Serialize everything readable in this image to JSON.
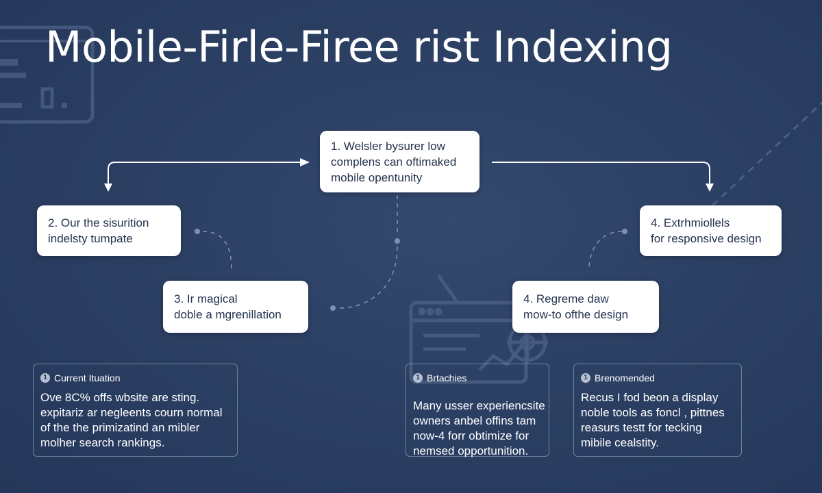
{
  "title": "Mobile-Firle-Firee rist Indexing",
  "nodes": [
    {
      "id": "n1",
      "lines": [
        "1.  Welsler bysurer low",
        "complens can oftimaked",
        "mobile opentunity"
      ]
    },
    {
      "id": "n2",
      "lines": [
        "2.   Our the sisurition",
        "indelsty tumpate"
      ]
    },
    {
      "id": "n3",
      "lines": [
        "3.   Ir magical",
        "doble a mgrenillation"
      ]
    },
    {
      "id": "n4",
      "lines": [
        "4.   Extrhmiollels",
        "for responsive design"
      ]
    },
    {
      "id": "n5",
      "lines": [
        "4.   Regreme daw",
        "mow-to ofthe design"
      ]
    }
  ],
  "info_boxes": [
    {
      "number": "1",
      "heading": "Current Ituation",
      "lines": [
        "Ove 8C% offs wbsite are sting.",
        "expitariz ar negleents courn normal",
        "of the the primizatind an mibler",
        "molher search rankings."
      ]
    },
    {
      "number": "1",
      "heading": "Brtachies",
      "lines": [
        "Many usser experiencsite",
        "owners anbel offins tam",
        "now-4 forr obtimize for",
        "nemsed opportunition."
      ]
    },
    {
      "number": "1",
      "heading": "Brenomended",
      "lines": [
        "Recus I fod beon a display",
        "noble tools as foncl , pittnes",
        "reasurs testt for tecking",
        "mibile cealstity."
      ]
    }
  ],
  "colors": {
    "background": "#2c4064",
    "node_fill": "#ffffff",
    "node_text": "#23324d",
    "connector": "#ffffff",
    "dashed": "#7f92b3"
  },
  "icons": [
    "dashboard-icon",
    "browser-chart-icon",
    "gear-icon"
  ]
}
